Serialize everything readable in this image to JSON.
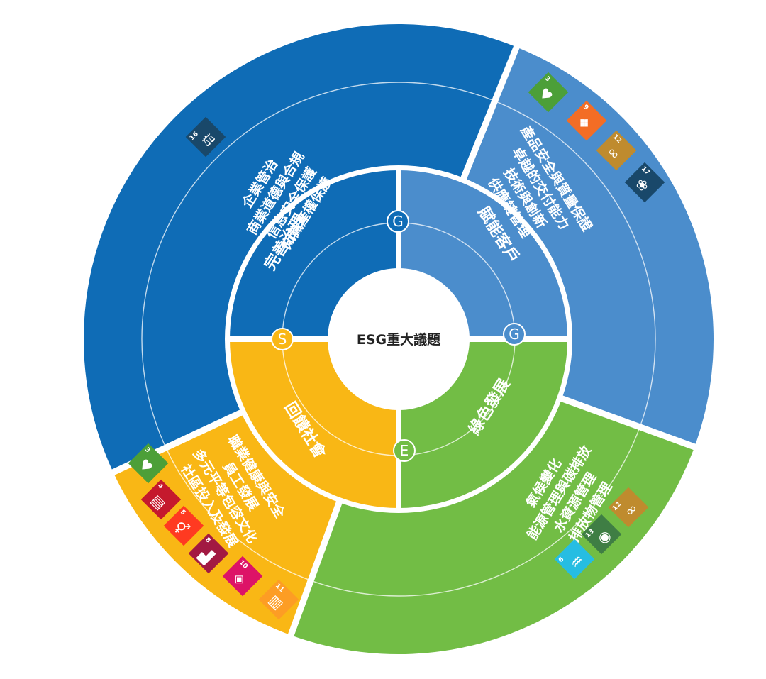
{
  "center_title": "ESG重大議題",
  "colors": {
    "governance": "#0f6cb6",
    "customer": "#4b8dcc",
    "environment": "#72bd45",
    "social": "#f9b715"
  },
  "quadrants": [
    {
      "id": "governance",
      "pillar": "完善治理",
      "badge": "G",
      "issues": [
        "企業管治",
        "商業道德與合規",
        "信息安全保護",
        "知識產權保護"
      ],
      "sdgs": [
        {
          "num": "16",
          "color": "#19486a",
          "icon": "dove-icon",
          "glyph": "⚖"
        }
      ]
    },
    {
      "id": "customer",
      "pillar": "賦能客戶",
      "badge": "G",
      "issues": [
        "產品安全與質量保證",
        "卓越的交付能力",
        "技術與創新",
        "供應鏈管理"
      ],
      "sdgs": [
        {
          "num": "3",
          "color": "#4c9f38",
          "icon": "heartbeat-icon",
          "glyph": "♥"
        },
        {
          "num": "9",
          "color": "#f36d25",
          "icon": "industry-cubes-icon",
          "glyph": "❖"
        },
        {
          "num": "12",
          "color": "#bf8b2e",
          "icon": "infinity-icon",
          "glyph": "∞"
        },
        {
          "num": "17",
          "color": "#19486a",
          "icon": "partnership-rings-icon",
          "glyph": "❀"
        }
      ]
    },
    {
      "id": "environment",
      "pillar": "綠色發展",
      "badge": "E",
      "issues": [
        "氣候變化",
        "能源管理與碳排放",
        "水資源管理",
        "排放物管理"
      ],
      "sdgs": [
        {
          "num": "6",
          "color": "#26bde2",
          "icon": "water-drop-icon",
          "glyph": "♒"
        },
        {
          "num": "13",
          "color": "#3f7e44",
          "icon": "climate-eye-icon",
          "glyph": "◉"
        },
        {
          "num": "12",
          "color": "#bf8b2e",
          "icon": "infinity-icon",
          "glyph": "∞"
        }
      ]
    },
    {
      "id": "social",
      "pillar": "回饋社會",
      "badge": "S",
      "issues": [
        "職業健康與安全",
        "員工發展",
        "多元平等包容文化",
        "社區投入及發展"
      ],
      "sdgs": [
        {
          "num": "3",
          "color": "#4c9f38",
          "icon": "heartbeat-icon",
          "glyph": "♥"
        },
        {
          "num": "4",
          "color": "#c5192d",
          "icon": "book-icon",
          "glyph": "▤"
        },
        {
          "num": "5",
          "color": "#ff3a21",
          "icon": "gender-equality-icon",
          "glyph": "⚥"
        },
        {
          "num": "8",
          "color": "#a21942",
          "icon": "growth-chart-icon",
          "glyph": "▟"
        },
        {
          "num": "10",
          "color": "#dd1367",
          "icon": "reduced-inequality-icon",
          "glyph": "◈"
        },
        {
          "num": "11",
          "color": "#fd9d24",
          "icon": "city-buildings-icon",
          "glyph": "▥"
        }
      ]
    }
  ]
}
